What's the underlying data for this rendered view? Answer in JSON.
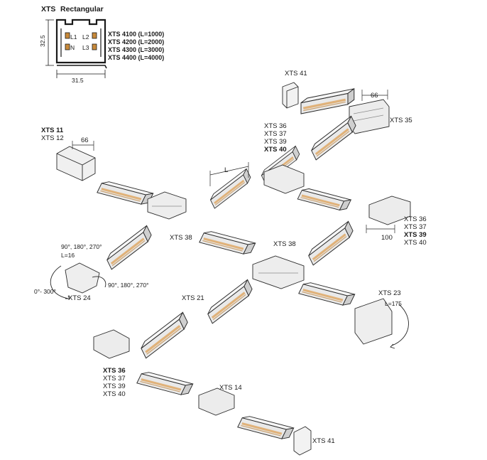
{
  "header": {
    "code": "XTS",
    "profile": "Rectangular",
    "dim_height": "32.5",
    "dim_width": "31.5",
    "phase_l1": "L1",
    "phase_n": "N",
    "phase_l2": "L2",
    "phase_l3": "L3"
  },
  "models": [
    "XTS 4100 (L=1000)",
    "XTS 4200 (L=2000)",
    "XTS 4300 (L=3000)",
    "XTS 4400 (L=4000)"
  ],
  "labels": {
    "xts41_top": "XTS 41",
    "dim66_top": "66",
    "xts35": "XTS 35",
    "group_top_mid": [
      "XTS 36",
      "XTS 37",
      "XTS 39",
      "XTS 40"
    ],
    "xts11": "XTS 11",
    "xts12": "XTS 12",
    "dim66_left": "66",
    "dimL": "L",
    "group_right": [
      "XTS 36",
      "XTS 37",
      "XTS 39",
      "XTS 40"
    ],
    "dim100": "100",
    "angles_a": "90°, 180°, 270°",
    "l16": "L=16",
    "xts38_a": "XTS 38",
    "xts38_b": "XTS 38",
    "angle_0_300": "0°- 300°",
    "angles_b": "90°, 180°, 270°",
    "xts24": "XTS 24",
    "xts21": "XTS 21",
    "xts23": "XTS 23",
    "l175": "L=175",
    "group_bottom_left": [
      "XTS 36",
      "XTS 37",
      "XTS 39",
      "XTS 40"
    ],
    "xts14": "XTS 14",
    "xts41_bottom": "XTS 41"
  },
  "colors": {
    "line": "#2a2a2a",
    "track_face": "#e9e9e9",
    "track_side": "#cfcfcf",
    "led_strip": "#e0b27a"
  }
}
